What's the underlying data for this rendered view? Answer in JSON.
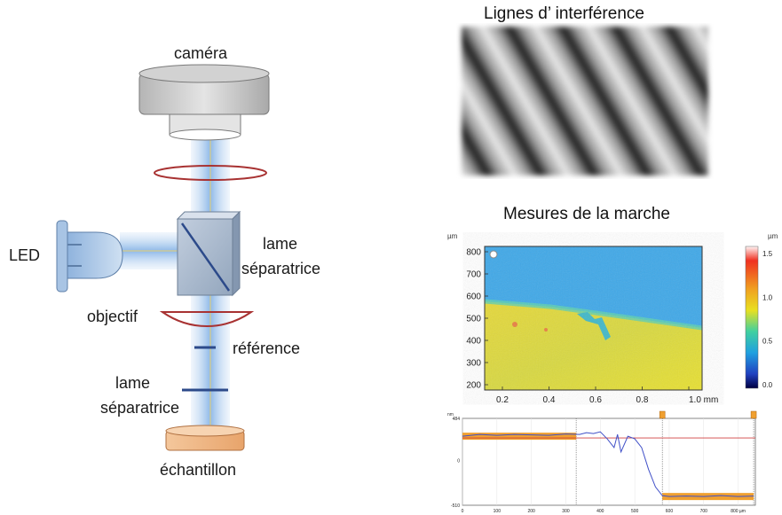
{
  "labels": {
    "camera": "caméra",
    "led": "LED",
    "beam_splitter_1_line1": "lame",
    "beam_splitter_1_line2": "séparatrice",
    "objective": "objectif",
    "reference": "référence",
    "beam_splitter_2_line1": "lame",
    "beam_splitter_2_line2": "séparatrice",
    "sample": "échantillon"
  },
  "fringes": {
    "title": "Lignes d’ interférence"
  },
  "heatmap": {
    "title": "Mesures de la marche",
    "y_unit": "µm",
    "y_ticks": [
      "800",
      "700",
      "600",
      "500",
      "400",
      "300",
      "200"
    ],
    "x_ticks": [
      "0.2",
      "0.4",
      "0.6",
      "0.8",
      "1.0 mm"
    ],
    "colorbar_unit": "µm",
    "colorbar_ticks": [
      "1.5",
      "1.0",
      "0.5",
      "0.0"
    ]
  },
  "chart_data": {
    "type": "line",
    "title": "",
    "xlabel": "µm",
    "ylabel": "nm",
    "ylim": [
      -510,
      484
    ],
    "xlim": [
      0,
      850
    ],
    "y_ticks": [
      "484",
      "0",
      "-510"
    ],
    "x_ticks": [
      "0",
      "100",
      "200",
      "300",
      "400",
      "500",
      "600",
      "700",
      "800 µm"
    ],
    "series": [
      {
        "x": [
          0,
          50,
          100,
          150,
          200,
          250,
          300,
          340,
          360,
          380,
          400,
          420,
          440,
          450,
          460,
          480,
          500,
          520,
          540,
          560,
          580,
          600,
          650,
          700,
          750,
          800,
          845
        ],
        "values": [
          280,
          300,
          290,
          300,
          295,
          290,
          305,
          300,
          320,
          310,
          330,
          250,
          150,
          300,
          100,
          280,
          250,
          150,
          -100,
          -300,
          -400,
          -410,
          -405,
          -410,
          -400,
          -410,
          -405
        ]
      }
    ],
    "regions": [
      {
        "x": [
          0,
          330
        ],
        "value": 280,
        "color": "#f0a030"
      },
      {
        "x": [
          580,
          845
        ],
        "value": -410,
        "color": "#f0a030"
      }
    ],
    "reference_line": {
      "value": 260,
      "color": "#d04040"
    },
    "colors": {
      "line": "#4050c8",
      "band": "#f0a030",
      "ref": "#d04040"
    }
  }
}
